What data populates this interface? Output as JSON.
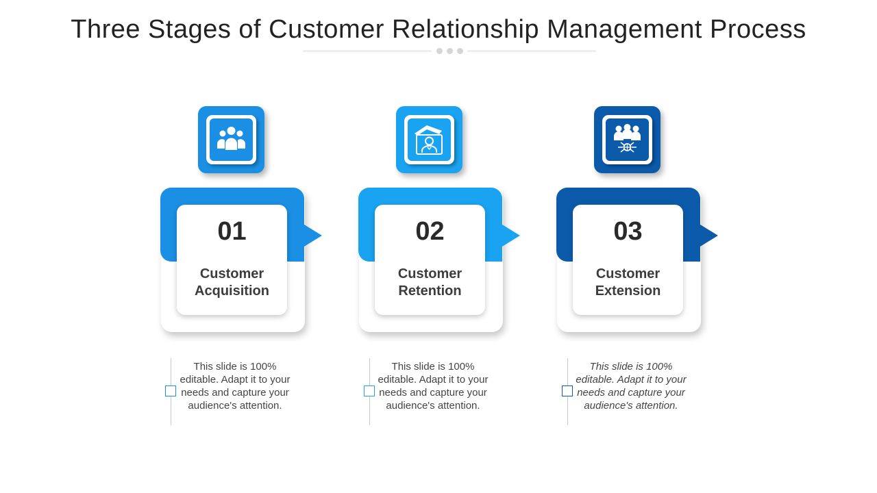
{
  "title": "Three Stages of Customer Relationship Management Process",
  "colors": {
    "stage_1": "#1a8fe3",
    "stage_2": "#1aa3f0",
    "stage_3": "#0c5bab",
    "text_dark": "#222222"
  },
  "stages": [
    {
      "number": "01",
      "label_line1": "Customer",
      "label_line2": "Acquisition",
      "icon": "group-people-icon",
      "description": "This slide is 100% editable. Adapt it to your needs and capture your audience's attention."
    },
    {
      "number": "02",
      "label_line1": "Customer",
      "label_line2": "Retention",
      "icon": "protected-customer-icon",
      "description": "This slide is 100% editable. Adapt it to your needs and capture your audience's attention."
    },
    {
      "number": "03",
      "label_line1": "Customer",
      "label_line2": "Extension",
      "icon": "network-people-icon",
      "description": "This slide is 100% editable. Adapt it to your needs and capture your audience's attention."
    }
  ]
}
